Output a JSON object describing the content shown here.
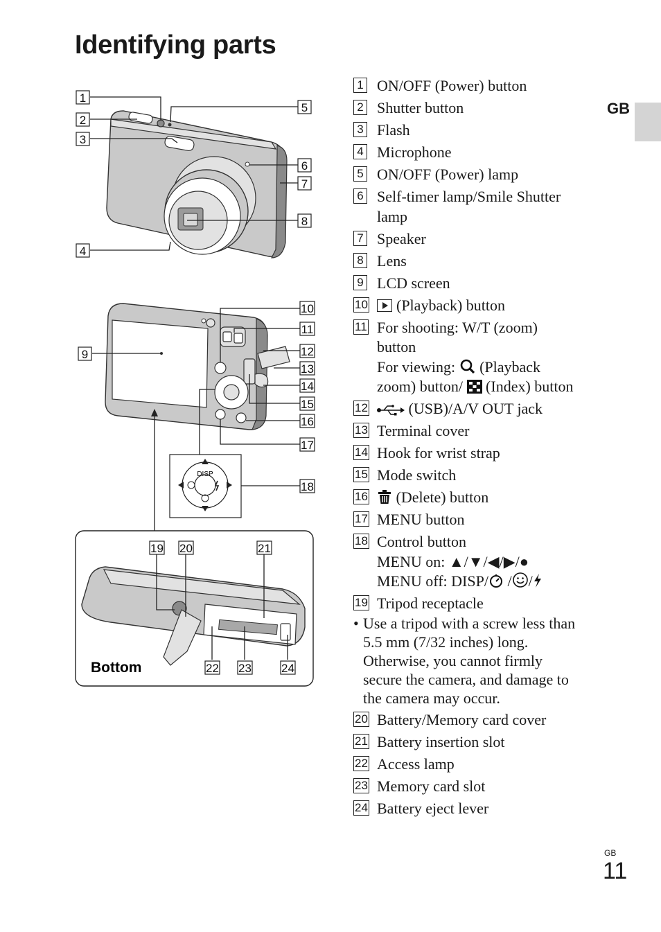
{
  "page": {
    "title": "Identifying parts",
    "side_tab_label": "GB",
    "page_ref_label": "GB",
    "page_number": "11"
  },
  "diagram": {
    "top_callouts": [
      "1",
      "2",
      "3",
      "4",
      "5",
      "6",
      "7",
      "8"
    ],
    "back_callouts": [
      "9",
      "10",
      "11",
      "12",
      "13",
      "14",
      "15",
      "16",
      "17",
      "18"
    ],
    "bottom_callouts": [
      "19",
      "20",
      "21",
      "22",
      "23",
      "24"
    ],
    "control_button_label": "DISP",
    "bottom_label": "Bottom"
  },
  "parts": [
    {
      "num": "1",
      "lines": [
        "ON/OFF (Power) button"
      ]
    },
    {
      "num": "2",
      "lines": [
        "Shutter button"
      ]
    },
    {
      "num": "3",
      "lines": [
        "Flash"
      ]
    },
    {
      "num": "4",
      "lines": [
        "Microphone"
      ]
    },
    {
      "num": "5",
      "lines": [
        "ON/OFF (Power) lamp"
      ]
    },
    {
      "num": "6",
      "lines": [
        "Self-timer lamp/Smile Shutter",
        "lamp"
      ]
    },
    {
      "num": "7",
      "lines": [
        "Speaker"
      ]
    },
    {
      "num": "8",
      "lines": [
        "Lens"
      ]
    },
    {
      "num": "9",
      "lines": [
        "LCD screen"
      ]
    },
    {
      "num": "10",
      "lines": [
        "(Playback) button"
      ]
    },
    {
      "num": "11",
      "lines": [
        "For shooting: W/T (zoom)",
        "button",
        "For viewing:",
        "(Playback",
        "zoom) button/",
        "(Index) button"
      ]
    },
    {
      "num": "12",
      "lines": [
        "(USB)/A/V OUT jack"
      ]
    },
    {
      "num": "13",
      "lines": [
        "Terminal cover"
      ]
    },
    {
      "num": "14",
      "lines": [
        "Hook for wrist strap"
      ]
    },
    {
      "num": "15",
      "lines": [
        "Mode switch"
      ]
    },
    {
      "num": "16",
      "lines": [
        "(Delete) button"
      ]
    },
    {
      "num": "17",
      "lines": [
        "MENU button"
      ]
    },
    {
      "num": "18",
      "lines": [
        "Control button",
        "MENU on: ▲/▼/◀/▶/●",
        "MENU off: DISP/",
        "/",
        "/"
      ]
    },
    {
      "num": "19",
      "lines": [
        "Tripod receptacle"
      ]
    },
    {
      "num": "20",
      "lines": [
        "Battery/Memory card cover"
      ]
    },
    {
      "num": "21",
      "lines": [
        "Battery insertion slot"
      ]
    },
    {
      "num": "22",
      "lines": [
        "Access lamp"
      ]
    },
    {
      "num": "23",
      "lines": [
        "Memory card slot"
      ]
    },
    {
      "num": "24",
      "lines": [
        "Battery eject lever"
      ]
    }
  ],
  "tripod_note": {
    "bullet": "•",
    "lines": [
      "Use a tripod with a screw less than",
      "5.5 mm (7/32 inches) long.",
      "Otherwise, you cannot firmly",
      "secure the camera, and damage to",
      "the camera may occur."
    ]
  }
}
